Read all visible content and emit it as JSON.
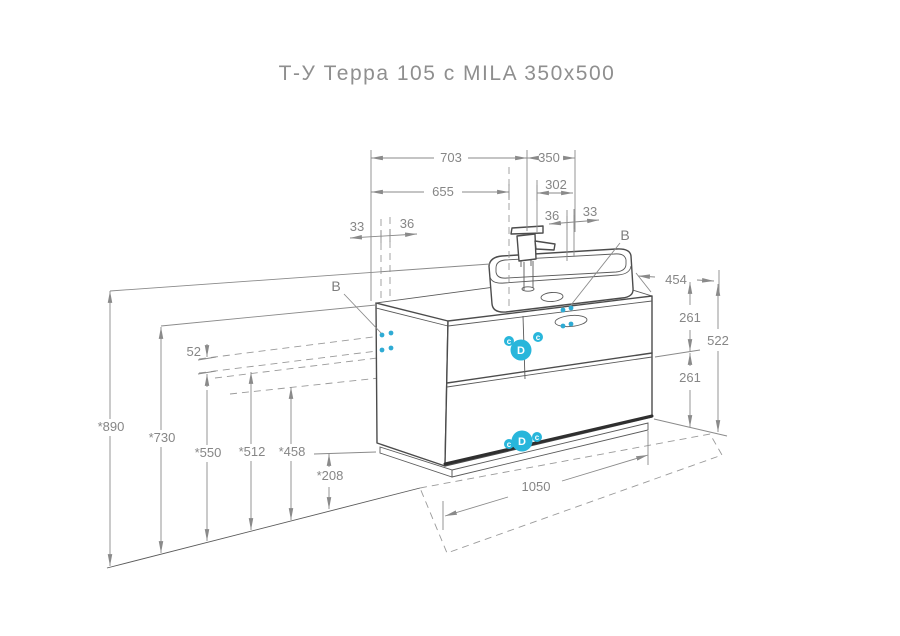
{
  "title": "Т-У Терра 105 с MILA 350x500",
  "colors": {
    "accent_cyan": "#28b6db",
    "dot_cyan": "#2fabd4",
    "line": "#4c4c4c",
    "dim_text": "#868686"
  },
  "dims": {
    "top_703": "703",
    "top_350": "350",
    "top_655": "655",
    "top_302": "302",
    "left_33": "33",
    "left_36": "36",
    "right_36": "36",
    "right_33": "33",
    "depth_454": "454",
    "upper_261": "261",
    "lower_261": "261",
    "height_522": "522",
    "gap_52": "52",
    "h_890": "*890",
    "h_730": "*730",
    "h_550": "*550",
    "h_512": "*512",
    "h_458": "*458",
    "h_208": "*208",
    "width_1050": "1050"
  },
  "labels": {
    "detail_b": "В",
    "fitting_large": "D",
    "fitting_small": "c"
  }
}
